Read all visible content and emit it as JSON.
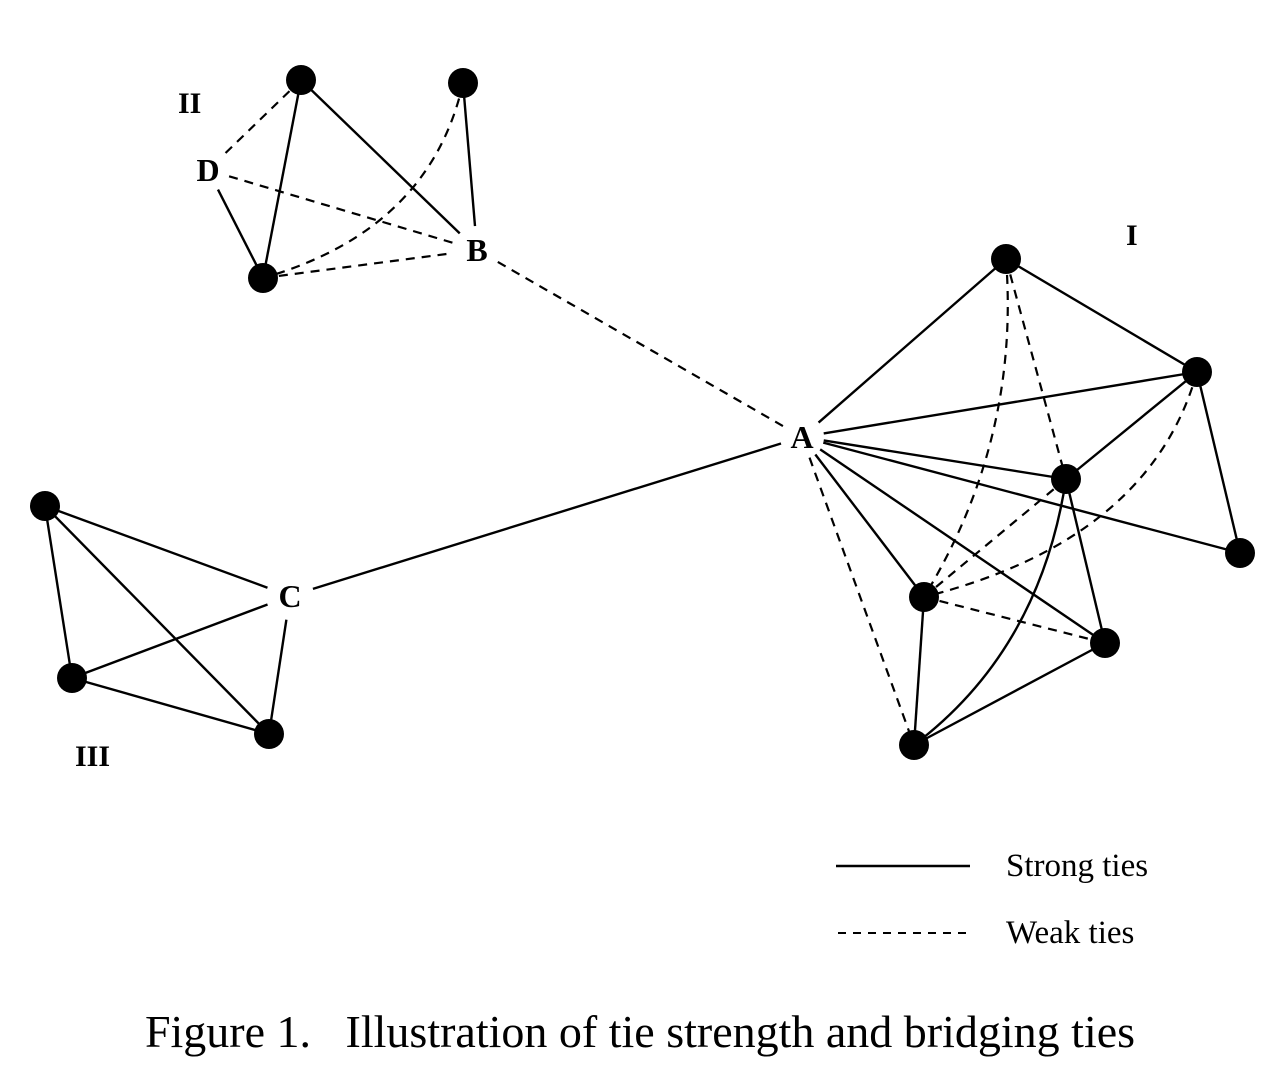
{
  "figure": {
    "caption": "Figure 1.   Illustration of tie strength and bridging ties",
    "colors": {
      "ink": "#000000",
      "background": "#ffffff"
    }
  },
  "legend": {
    "items": [
      {
        "id": "strong",
        "label": "Strong ties",
        "style": "solid"
      },
      {
        "id": "weak",
        "label": "Weak ties",
        "style": "dashed"
      }
    ]
  },
  "clusters": [
    {
      "id": "I",
      "label": "I"
    },
    {
      "id": "II",
      "label": "II"
    },
    {
      "id": "III",
      "label": "III"
    }
  ],
  "nodes": [
    {
      "id": "A",
      "label": "A",
      "kind": "labeled",
      "cluster": null
    },
    {
      "id": "B",
      "label": "B",
      "kind": "labeled",
      "cluster": "II"
    },
    {
      "id": "C",
      "label": "C",
      "kind": "labeled",
      "cluster": "III"
    },
    {
      "id": "D",
      "label": "D",
      "kind": "labeled",
      "cluster": "II"
    },
    {
      "id": "II_top",
      "label": "",
      "kind": "dot",
      "cluster": "II"
    },
    {
      "id": "II_topright",
      "label": "",
      "kind": "dot",
      "cluster": "II"
    },
    {
      "id": "II_bottom",
      "label": "",
      "kind": "dot",
      "cluster": "II"
    },
    {
      "id": "I_top",
      "label": "",
      "kind": "dot",
      "cluster": "I"
    },
    {
      "id": "I_right",
      "label": "",
      "kind": "dot",
      "cluster": "I"
    },
    {
      "id": "I_center",
      "label": "",
      "kind": "dot",
      "cluster": "I"
    },
    {
      "id": "I_farright",
      "label": "",
      "kind": "dot",
      "cluster": "I"
    },
    {
      "id": "I_midleft",
      "label": "",
      "kind": "dot",
      "cluster": "I"
    },
    {
      "id": "I_lowright",
      "label": "",
      "kind": "dot",
      "cluster": "I"
    },
    {
      "id": "I_bottom",
      "label": "",
      "kind": "dot",
      "cluster": "I"
    },
    {
      "id": "III_top",
      "label": "",
      "kind": "dot",
      "cluster": "III"
    },
    {
      "id": "III_mid",
      "label": "",
      "kind": "dot",
      "cluster": "III"
    },
    {
      "id": "III_bottom",
      "label": "",
      "kind": "dot",
      "cluster": "III"
    }
  ],
  "edges": [
    {
      "from": "II_top",
      "to": "D",
      "tie": "weak"
    },
    {
      "from": "II_top",
      "to": "II_bottom",
      "tie": "strong"
    },
    {
      "from": "II_top",
      "to": "B",
      "tie": "strong"
    },
    {
      "from": "II_topright",
      "to": "B",
      "tie": "strong"
    },
    {
      "from": "II_topright",
      "to": "II_bottom",
      "tie": "weak",
      "curved": true
    },
    {
      "from": "D",
      "to": "II_bottom",
      "tie": "strong"
    },
    {
      "from": "D",
      "to": "B",
      "tie": "weak"
    },
    {
      "from": "II_bottom",
      "to": "B",
      "tie": "weak"
    },
    {
      "from": "B",
      "to": "A",
      "tie": "weak"
    },
    {
      "from": "A",
      "to": "C",
      "tie": "strong"
    },
    {
      "from": "A",
      "to": "I_top",
      "tie": "strong"
    },
    {
      "from": "A",
      "to": "I_right",
      "tie": "strong"
    },
    {
      "from": "A",
      "to": "I_center",
      "tie": "strong"
    },
    {
      "from": "A",
      "to": "I_farright",
      "tie": "strong"
    },
    {
      "from": "A",
      "to": "I_midleft",
      "tie": "strong"
    },
    {
      "from": "A",
      "to": "I_lowright",
      "tie": "strong"
    },
    {
      "from": "A",
      "to": "I_bottom",
      "tie": "weak"
    },
    {
      "from": "I_top",
      "to": "I_right",
      "tie": "strong"
    },
    {
      "from": "I_top",
      "to": "I_center",
      "tie": "weak"
    },
    {
      "from": "I_top",
      "to": "I_midleft",
      "tie": "weak",
      "curved": true
    },
    {
      "from": "I_right",
      "to": "I_center",
      "tie": "strong"
    },
    {
      "from": "I_right",
      "to": "I_farright",
      "tie": "strong"
    },
    {
      "from": "I_right",
      "to": "I_midleft",
      "tie": "weak",
      "curved": true
    },
    {
      "from": "I_center",
      "to": "I_midleft",
      "tie": "weak"
    },
    {
      "from": "I_center",
      "to": "I_lowright",
      "tie": "strong"
    },
    {
      "from": "I_center",
      "to": "I_bottom",
      "tie": "strong",
      "curved": true
    },
    {
      "from": "I_midleft",
      "to": "I_lowright",
      "tie": "weak"
    },
    {
      "from": "I_midleft",
      "to": "I_bottom",
      "tie": "strong"
    },
    {
      "from": "I_lowright",
      "to": "I_bottom",
      "tie": "strong"
    },
    {
      "from": "C",
      "to": "III_top",
      "tie": "strong"
    },
    {
      "from": "C",
      "to": "III_mid",
      "tie": "strong"
    },
    {
      "from": "C",
      "to": "III_bottom",
      "tie": "strong"
    },
    {
      "from": "III_top",
      "to": "III_mid",
      "tie": "strong"
    },
    {
      "from": "III_top",
      "to": "III_bottom",
      "tie": "strong"
    },
    {
      "from": "III_mid",
      "to": "III_bottom",
      "tie": "strong"
    }
  ]
}
